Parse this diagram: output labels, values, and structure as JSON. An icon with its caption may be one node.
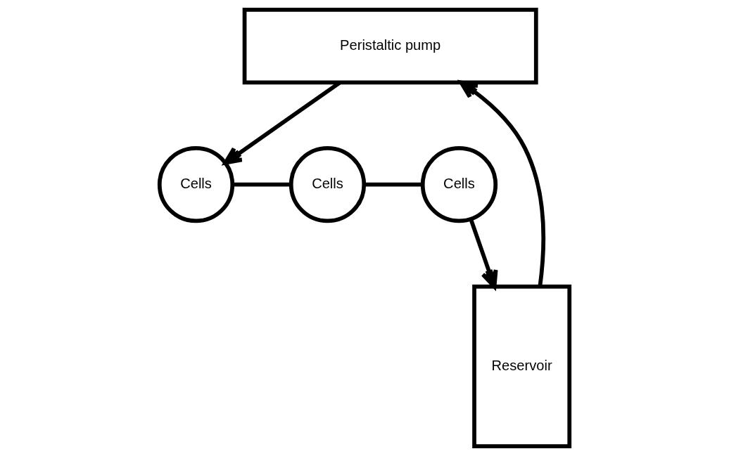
{
  "diagram": {
    "nodes": [
      {
        "text": [
          "Peristaltic pump"
        ]
      },
      {
        "text": [
          "Reservoir"
        ]
      },
      {
        "text": [
          "Cells"
        ]
      },
      {
        "text": [
          "Cells"
        ]
      },
      {
        "text": [
          "Cells"
        ]
      }
    ],
    "edges": [
      {
        "from": 1,
        "to": 0,
        "arrow": "to"
      },
      {
        "from": 0,
        "to": 4,
        "arrow": "to"
      },
      {
        "from": 4,
        "to": 3,
        "arrow": "none"
      },
      {
        "from": 3,
        "to": 2,
        "arrow": "none"
      },
      {
        "from": 2,
        "to": 1,
        "arrow": "to"
      }
    ]
  }
}
